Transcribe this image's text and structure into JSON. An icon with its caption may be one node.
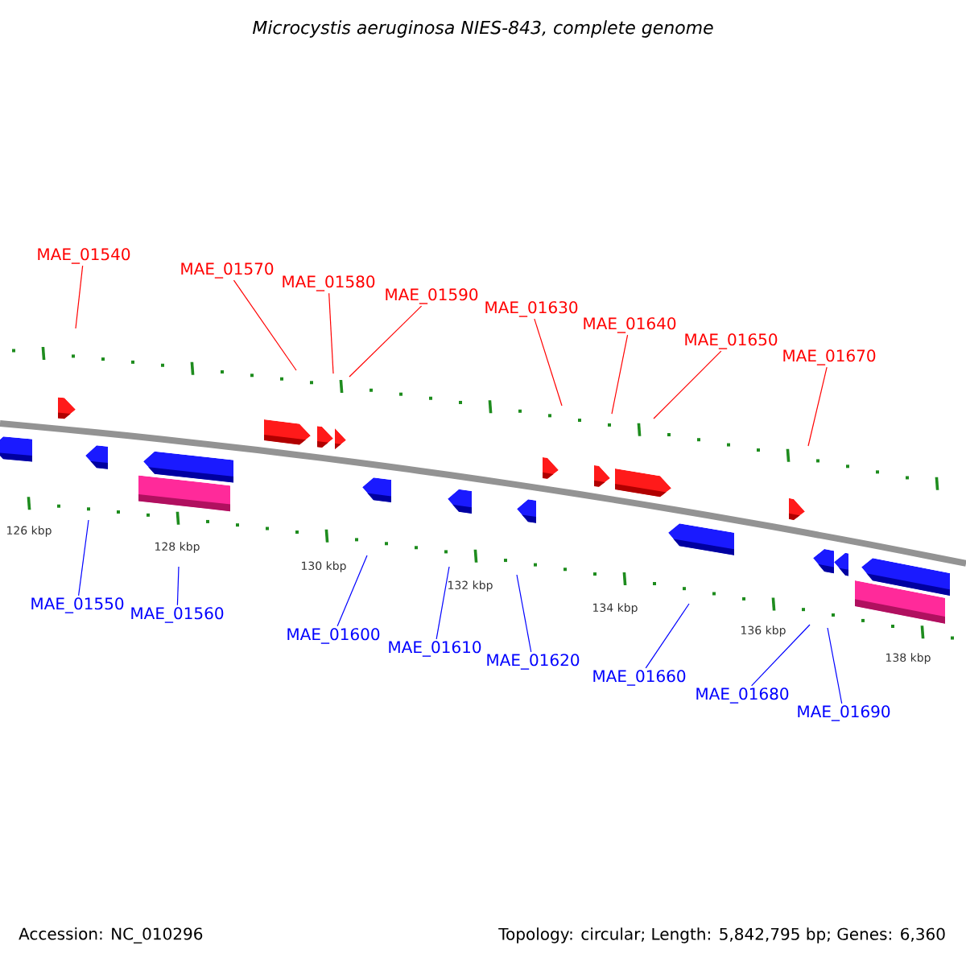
{
  "diagram": {
    "title": "Microcystis aeruginosa NIES-843, complete genome",
    "nodes": [
      {
        "text": [
          "MAE_01540"
        ]
      },
      {
        "text": [
          "MAE_01570"
        ]
      },
      {
        "text": [
          "MAE_01580"
        ]
      },
      {
        "text": [
          "MAE_01590"
        ]
      },
      {
        "text": [
          "MAE_01630"
        ]
      },
      {
        "text": [
          "MAE_01640"
        ]
      },
      {
        "text": [
          "MAE_01650"
        ]
      },
      {
        "text": [
          "MAE_01670"
        ]
      },
      {
        "text": [
          "MAE_01550"
        ]
      },
      {
        "text": [
          "MAE_01560"
        ]
      },
      {
        "text": [
          "MAE_01600"
        ]
      },
      {
        "text": [
          "MAE_01610"
        ]
      },
      {
        "text": [
          "MAE_01620"
        ]
      },
      {
        "text": [
          "MAE_01660"
        ]
      },
      {
        "text": [
          "MAE_01680"
        ]
      },
      {
        "text": [
          "MAE_01690"
        ]
      }
    ],
    "edges": [
      {
        "from": 0,
        "to": null,
        "arrow": "none",
        "color": "#ff0000"
      },
      {
        "from": 1,
        "to": null,
        "arrow": "none",
        "color": "#ff0000"
      },
      {
        "from": 2,
        "to": null,
        "arrow": "none",
        "color": "#ff0000"
      },
      {
        "from": 3,
        "to": null,
        "arrow": "none",
        "color": "#ff0000"
      },
      {
        "from": 4,
        "to": null,
        "arrow": "none",
        "color": "#ff0000"
      },
      {
        "from": 5,
        "to": null,
        "arrow": "none",
        "color": "#ff0000"
      },
      {
        "from": 6,
        "to": null,
        "arrow": "none",
        "color": "#ff0000"
      },
      {
        "from": 7,
        "to": null,
        "arrow": "none",
        "color": "#ff0000"
      },
      {
        "from": 8,
        "to": null,
        "arrow": "none",
        "color": "#0000ff"
      },
      {
        "from": 9,
        "to": null,
        "arrow": "none",
        "color": "#0000ff"
      },
      {
        "from": 10,
        "to": null,
        "arrow": "none",
        "color": "#0000ff"
      },
      {
        "from": 11,
        "to": null,
        "arrow": "none",
        "color": "#0000ff"
      },
      {
        "from": 12,
        "to": null,
        "arrow": "none",
        "color": "#0000ff"
      },
      {
        "from": 13,
        "to": null,
        "arrow": "none",
        "color": "#0000ff"
      },
      {
        "from": 14,
        "to": null,
        "arrow": "none",
        "color": "#0000ff"
      },
      {
        "from": 15,
        "to": null,
        "arrow": "none",
        "color": "#0000ff"
      }
    ],
    "labels": [
      "126 kbp",
      "128 kbp",
      "130 kbp",
      "132 kbp",
      "134 kbp",
      "136 kbp",
      "138 kbp",
      "Accession: NC_010296",
      "Topology: circular; Length: 5,842,795 bp; Genes: 6,360"
    ]
  }
}
